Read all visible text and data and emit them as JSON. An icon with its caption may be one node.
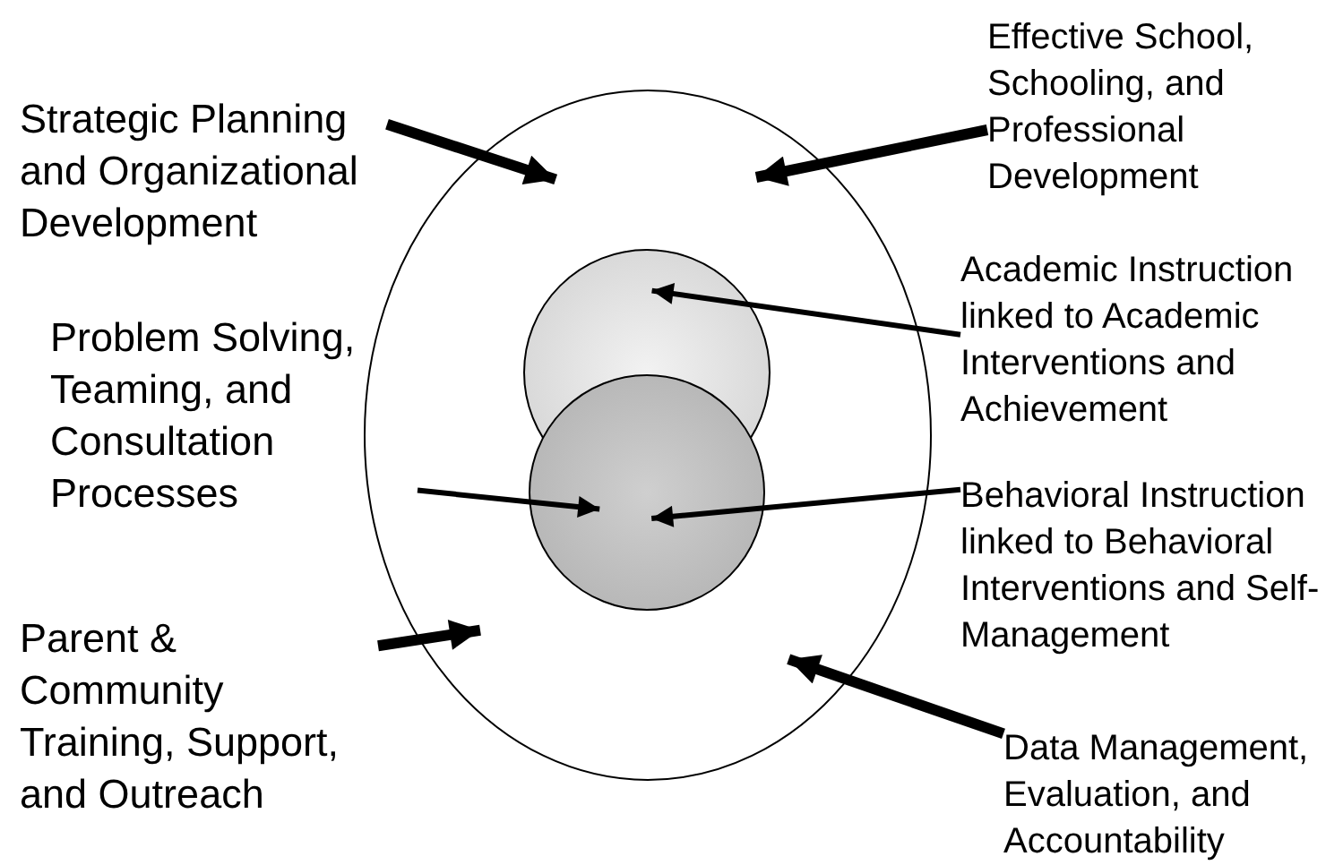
{
  "diagram": {
    "nodes": [
      {
        "text": [],
        "shape": "ellipse"
      },
      {
        "text": [],
        "shape": "circle",
        "in": 0
      },
      {
        "text": [],
        "shape": "circle",
        "in": 0
      },
      {
        "text": [
          "Effective School, Schooling, and Professional Development"
        ]
      },
      {
        "text": [
          "Strategic Planning and Organizational Development"
        ]
      },
      {
        "text": [
          "Academic Instruction linked to Academic Interventions and Achievement"
        ]
      },
      {
        "text": [
          "Problem Solving, Teaming, and Consultation Processes"
        ]
      },
      {
        "text": [
          "Behavioral Instruction linked to Behavioral Interventions and Self-Management"
        ]
      },
      {
        "text": [
          "Parent & Community Training, Support, and Outreach"
        ]
      },
      {
        "text": [
          "Data Management, Evaluation, and Accountability"
        ]
      }
    ],
    "edges": [
      {
        "from": 3,
        "to": 0,
        "arrow": "to"
      },
      {
        "from": 4,
        "to": 0,
        "arrow": "to"
      },
      {
        "from": 5,
        "to": 1,
        "arrow": "to"
      },
      {
        "from": 6,
        "to": 2,
        "arrow": "to"
      },
      {
        "from": 7,
        "to": 2,
        "arrow": "to"
      },
      {
        "from": 8,
        "to": 0,
        "arrow": "to"
      },
      {
        "from": 9,
        "to": 0,
        "arrow": "to"
      }
    ]
  }
}
